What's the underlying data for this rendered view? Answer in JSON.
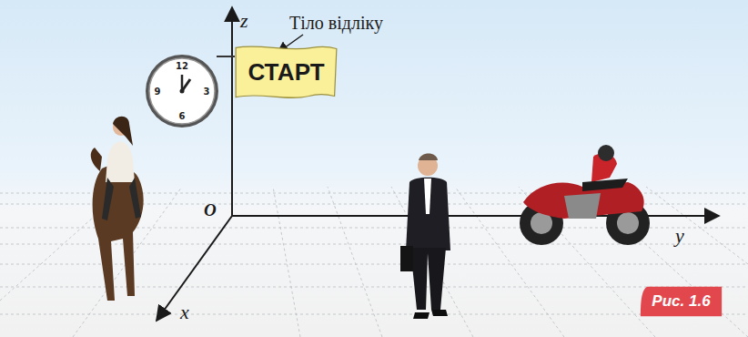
{
  "diagram": {
    "nodes": [
      {
        "text": [
          "СТАРТ"
        ]
      },
      {
        "text": [
          "Рис. 1.6"
        ]
      }
    ],
    "labels": [
      "Тіло відліку",
      "z",
      "O",
      "x",
      "y",
      "12",
      "3",
      "6",
      "9"
    ]
  }
}
